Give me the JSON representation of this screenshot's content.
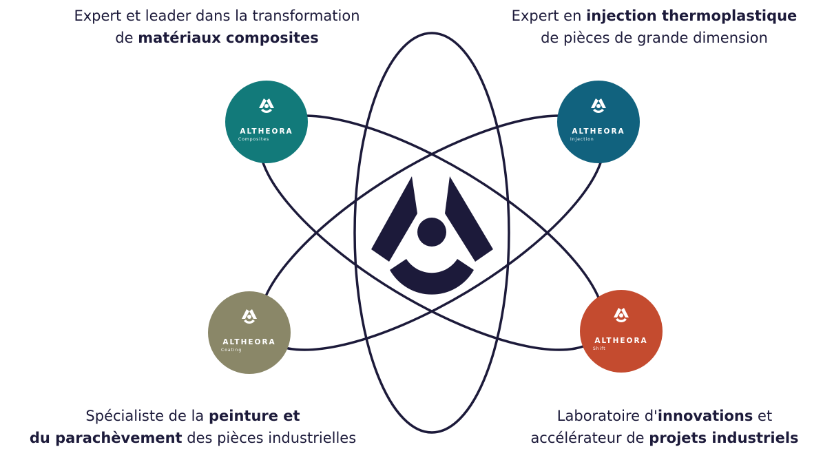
{
  "captions": {
    "top_left": {
      "line1": "Expert et leader dans la transformation",
      "line2_pre": "de ",
      "line2_bold": "matériaux composites"
    },
    "top_right": {
      "line1_pre": "Expert en ",
      "line1_bold": "injection thermoplastique",
      "line2": "de pièces de grande dimension"
    },
    "bottom_left": {
      "line1_pre": "Spécialiste de la ",
      "line1_bold": "peinture et",
      "line2_bold": "du parachèvement",
      "line2_post": " des pièces industrielles"
    },
    "bottom_right": {
      "line1_pre": "Laboratoire d'",
      "line1_bold": "innovations",
      "line1_post": " et",
      "line2_pre": "accélérateur de ",
      "line2_bold": "projets industriels"
    }
  },
  "badges": {
    "composites": {
      "brand": "ALTHEORA",
      "sub": "Composites",
      "color": "#127a7a"
    },
    "injection": {
      "brand": "ALTHEORA",
      "sub": "Injection",
      "color": "#11627e"
    },
    "coating": {
      "brand": "ALTHEORA",
      "sub": "Coating",
      "color": "#8a8768"
    },
    "shift": {
      "brand": "ALTHEORA",
      "sub": "Shift",
      "color": "#c44b2f"
    }
  },
  "colors": {
    "ink": "#1c1a3a",
    "background": "#ffffff"
  }
}
